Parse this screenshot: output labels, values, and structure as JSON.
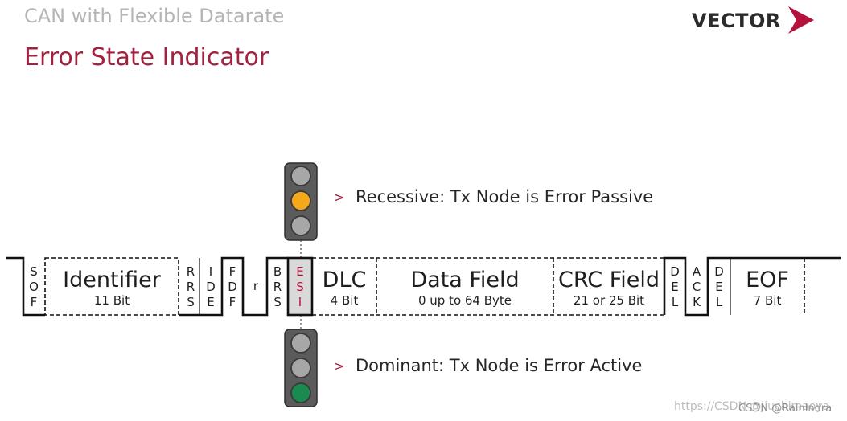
{
  "header": {
    "subtitle": "CAN with Flexible Datarate",
    "title": "Error State Indicator"
  },
  "logo": {
    "text": "VECTOR",
    "icon": "chevron-right-icon"
  },
  "colors": {
    "subtitle": "#b5b5b5",
    "title": "#a3213f",
    "brand": "#b4123c",
    "esi_fill": "#d9d9d9",
    "esi_text": "#b4123c",
    "body_text": "#262626",
    "housing": "#5b5b5b"
  },
  "frame": {
    "fields": [
      {
        "label": "SOF"
      },
      {
        "label": "Identifier",
        "size": "11 Bit"
      },
      {
        "label": "RRS"
      },
      {
        "label": "IDE"
      },
      {
        "label": "FDF"
      },
      {
        "label": "r"
      },
      {
        "label": "BRS"
      },
      {
        "label": "ESI",
        "highlighted": true
      },
      {
        "label": "DLC",
        "size": "4 Bit"
      },
      {
        "label": "Data Field",
        "size": "0 up to 64 Byte"
      },
      {
        "label": "CRC Field",
        "size": "21 or 25 Bit"
      },
      {
        "label": "DEL"
      },
      {
        "label": "ACK"
      },
      {
        "label": "DEL"
      },
      {
        "label": "EOF",
        "size": "7 Bit"
      }
    ]
  },
  "indicators": [
    {
      "marker": ">",
      "text": "Recessive: Tx Node is Error Passive",
      "lamps": [
        "#a7a7a7",
        "#f5a81c",
        "#a7a7a7"
      ]
    },
    {
      "marker": ">",
      "text": "Dominant: Tx Node is Error Active",
      "lamps": [
        "#a7a7a7",
        "#a7a7a7",
        "#1b8a4f"
      ]
    }
  ],
  "watermark": {
    "prefix": "https://",
    "text": "CSDN @jiuchimaoya",
    "overlay": "CSDN @Rainlndra"
  }
}
